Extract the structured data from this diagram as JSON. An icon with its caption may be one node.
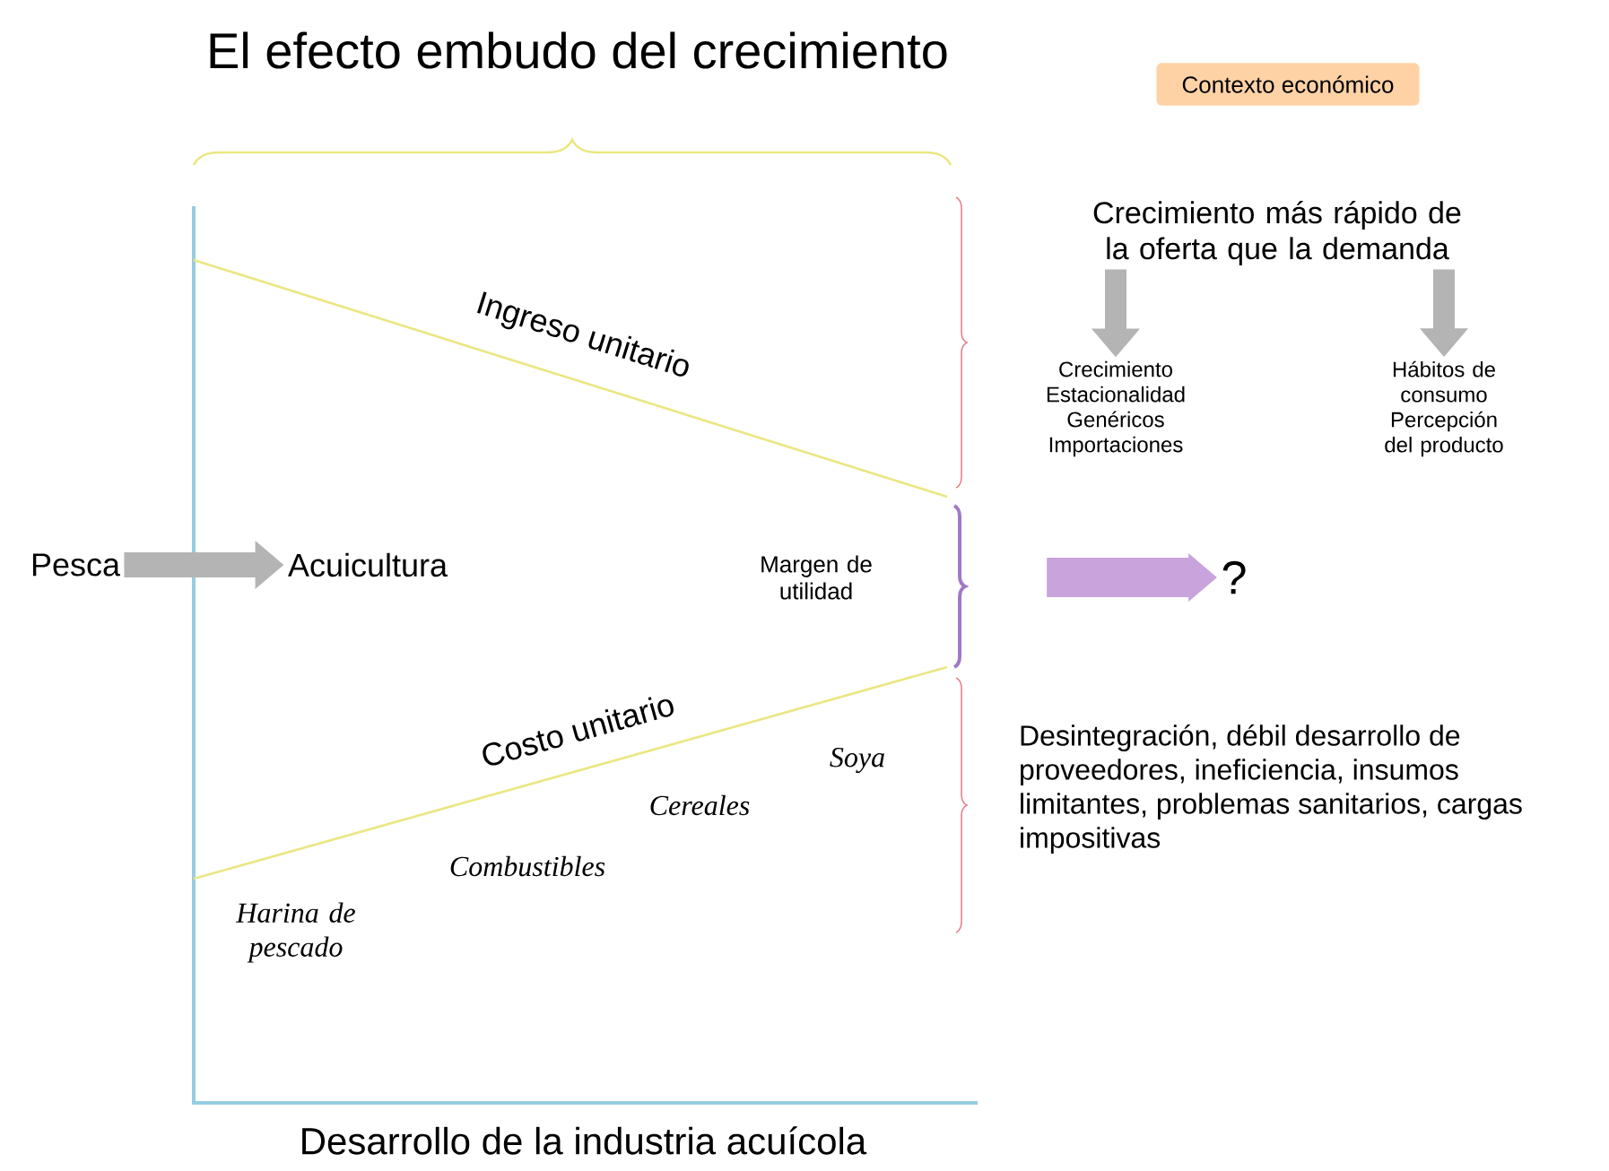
{
  "diagram": {
    "title": "El efecto embudo del crecimiento",
    "nodes": [
      {
        "text": [
          "Contexto económico"
        ]
      },
      {
        "text": [
          "Crecimiento más rápido de la oferta que la demanda"
        ]
      },
      {
        "text": [
          "Crecimiento Estacionalidad Genéricos Importaciones"
        ]
      },
      {
        "text": [
          "Hábitos de consumo Percepción del producto"
        ]
      },
      {
        "text": [
          "Pesca"
        ]
      },
      {
        "text": [
          "Acuicultura"
        ]
      },
      {
        "text": [
          "Margen de utilidad"
        ]
      },
      {
        "text": [
          "?"
        ]
      }
    ],
    "edges": [
      {
        "from": 1,
        "to": 2,
        "arrow": "to"
      },
      {
        "from": 1,
        "to": 3,
        "arrow": "to"
      },
      {
        "from": 4,
        "to": 5,
        "arrow": "to"
      },
      {
        "from": null,
        "to": 7,
        "arrow": "to",
        "style": "thick",
        "color": "#c9a3dc"
      }
    ],
    "labels": [
      "Ingreso unitario",
      "Desintegración, débil desarrollo de proveedores, ineficiencia, insumos limitantes, problemas sanitarios, cargas impositivas",
      "Costo unitario",
      "Soya",
      "Cereales",
      "Combustibles",
      "Harina de pescado",
      "Desarrollo de la industria acuícola"
    ]
  }
}
